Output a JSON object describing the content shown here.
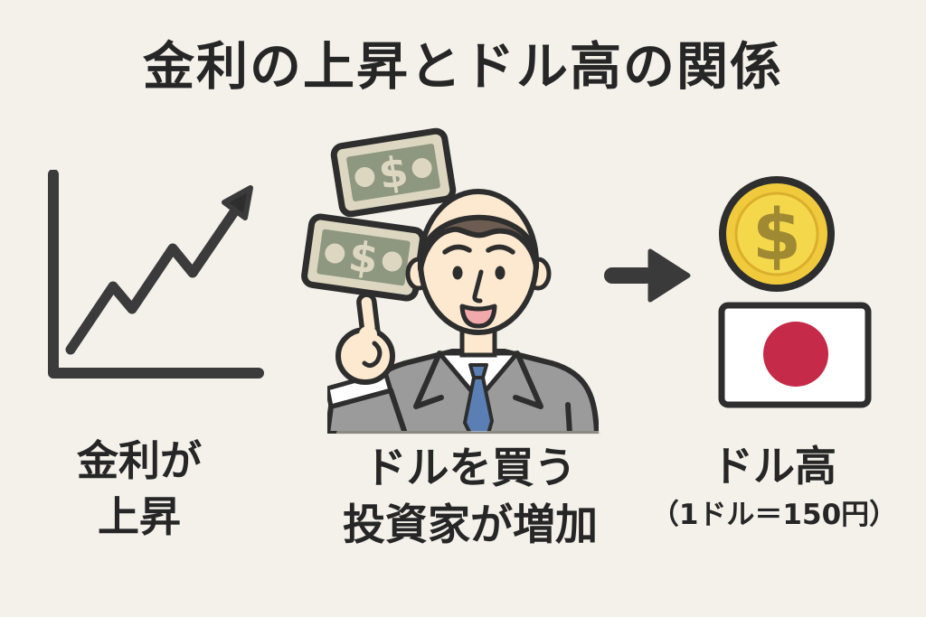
{
  "title": "金利の上昇とドル高の関係",
  "currency_symbol": "$",
  "background": "#f4f1eb",
  "colors": {
    "background": "#f4f1eb",
    "text": "#262626",
    "ink": "#2e2e2e",
    "chart_line": "#3b3b3b",
    "arrow": "#3a3a3a",
    "bill_paper": "#ddd7c1",
    "bill_center": "#8e977f",
    "coin_gold": "#f0c93c",
    "coin_gold_light": "#f5d74b",
    "coin_ring": "#d9af2d",
    "coin_symbol": "#a08933",
    "flag_red": "#c52a49",
    "suit_gray": "#9b9b9b",
    "shirt_white": "#ffffff",
    "tie_blue": "#5b7fb5",
    "skin": "#fce9cf",
    "hair_brown": "#6d5c51",
    "mouth_pink": "#f2a9ab",
    "illustration_edge": "#dcd7cb"
  },
  "steps": [
    {
      "id": "interest-rate-rises",
      "icon": "rising-line-chart-icon",
      "label_line1": "金利が",
      "label_line2": "上昇"
    },
    {
      "id": "investors-buy-dollars",
      "icon": "businessman-pointing-icon",
      "label_line1": "ドルを買う",
      "label_line2": "投資家が増加"
    },
    {
      "id": "dollar-strengthens",
      "icon": "dollar-coin-japan-flag-icon",
      "label_line1": "ドル高",
      "label_line2": "（1ドル＝150円）"
    }
  ],
  "connector": "right-arrow"
}
